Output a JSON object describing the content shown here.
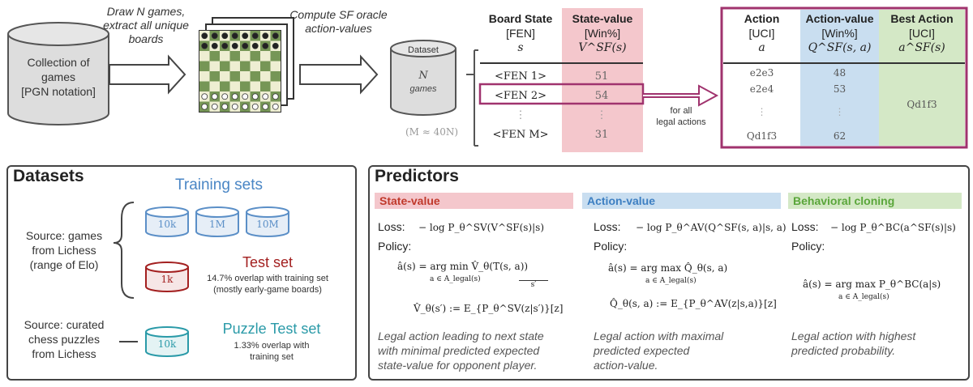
{
  "top": {
    "collection_label": [
      "Collection of",
      "games",
      "[PGN notation]"
    ],
    "step1_label": [
      "Draw N games,",
      "extract all unique",
      "boards"
    ],
    "step2_label": [
      "Compute SF oracle",
      "action-values"
    ],
    "dataset_title": "Dataset",
    "dataset_n": "N",
    "dataset_games": "games",
    "m_approx": "(M ≈ 40N)",
    "state_table": {
      "col1": [
        "Board State",
        "[FEN]",
        "s"
      ],
      "col2": [
        "State-value",
        "[Win%]",
        "V^SF(s)"
      ],
      "rows": [
        {
          "fen": "<FEN 1>",
          "val": "51"
        },
        {
          "fen": "<FEN 2>",
          "val": "54"
        },
        {
          "fen": "⋮",
          "val": "⋮"
        },
        {
          "fen": "<FEN M>",
          "val": "31"
        }
      ]
    },
    "for_all_label": [
      "for all",
      "legal actions"
    ],
    "action_table": {
      "col1": [
        "Action",
        "[UCI]",
        "a"
      ],
      "col2": [
        "Action-value",
        "[Win%]",
        "Q^SF(s, a)"
      ],
      "col3": [
        "Best Action",
        "[UCI]",
        "a^SF(s)"
      ],
      "actions": [
        "e2e3",
        "e2e4",
        "⋮",
        "Qd1f3"
      ],
      "values": [
        "48",
        "53",
        "⋮",
        "62"
      ],
      "best": "Qd1f3"
    }
  },
  "datasets": {
    "title": "Datasets",
    "training_title": "Training sets",
    "training_sizes": [
      "10k",
      "1M",
      "10M"
    ],
    "source_games": [
      "Source: games",
      "from Lichess",
      "(range of Elo)"
    ],
    "test_title": "Test set",
    "test_size": "1k",
    "test_overlap": [
      "14.7% overlap with training set",
      "(mostly early-game boards)"
    ],
    "source_puzzles": [
      "Source: curated",
      "chess puzzles",
      "from Lichess"
    ],
    "puzzle_title": "Puzzle Test set",
    "puzzle_size": "10k",
    "puzzle_overlap": [
      "1.33% overlap with",
      "training set"
    ]
  },
  "predictors": {
    "title": "Predictors",
    "columns": [
      {
        "header": "State-value",
        "loss_label": "Loss:",
        "loss_expr": "− log P_θ^SV(V^SF(s)|s)",
        "policy_label": "Policy:",
        "policy_expr": [
          "â(s) = arg min  V̂_θ(T(s, a))",
          "a ∈ A_legal(s)",
          "s′",
          "V̂_θ(s′) := E_{P_θ^SV(z|s′)}[z]"
        ],
        "description": [
          "Legal action leading to next state",
          "with minimal predicted expected",
          "state-value for opponent player."
        ]
      },
      {
        "header": "Action-value",
        "loss_label": "Loss:",
        "loss_expr": "− log P_θ^AV(Q^SF(s, a)|s, a)",
        "policy_label": "Policy:",
        "policy_expr": [
          "â(s) = arg max  Q̂_θ(s, a)",
          "a ∈ A_legal(s)",
          "",
          "Q̂_θ(s, a) := E_{P_θ^AV(z|s,a)}[z]"
        ],
        "description": [
          "Legal action with maximal",
          "predicted expected",
          "action-value."
        ]
      },
      {
        "header": "Behavioral cloning",
        "loss_label": "Loss:",
        "loss_expr": "− log P_θ^BC(a^SF(s)|s)",
        "policy_label": "Policy:",
        "policy_expr": [
          "â(s) = arg max  P_θ^BC(a|s)",
          "a ∈ A_legal(s)",
          "",
          ""
        ],
        "description": [
          "Legal action with highest",
          "predicted probability."
        ]
      }
    ]
  },
  "colors": {
    "red": "#f4c7cc",
    "red_text": "#c0392b",
    "blue": "#c9def0",
    "blue_text": "#3d7fc2",
    "green": "#d4e8c6",
    "green_text": "#5aa63a",
    "magenta": "#a0336e",
    "train_blue": "#5b8fc7",
    "test_red": "#a32020",
    "teal": "#2a9aa8"
  }
}
